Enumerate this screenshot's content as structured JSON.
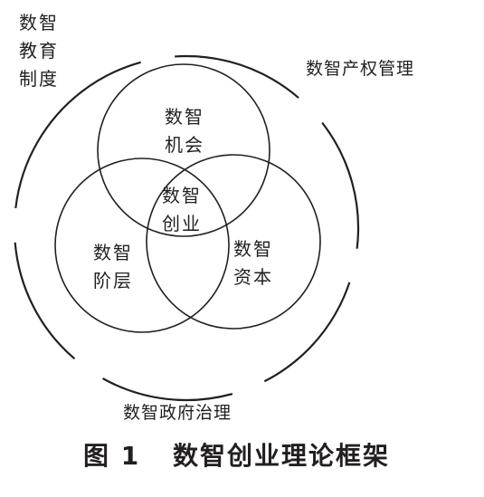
{
  "outer_labels": {
    "education": [
      "数智",
      "教育",
      "制度"
    ],
    "property": "数智产权管理",
    "government": "数智政府治理"
  },
  "circles": {
    "opportunity": [
      "数智",
      "机会"
    ],
    "class": [
      "数智",
      "阶层"
    ],
    "capital": [
      "数智",
      "资本"
    ],
    "center": [
      "数智",
      "创业"
    ]
  },
  "caption": {
    "number": "图 1",
    "title": "数智创业理论框架"
  }
}
